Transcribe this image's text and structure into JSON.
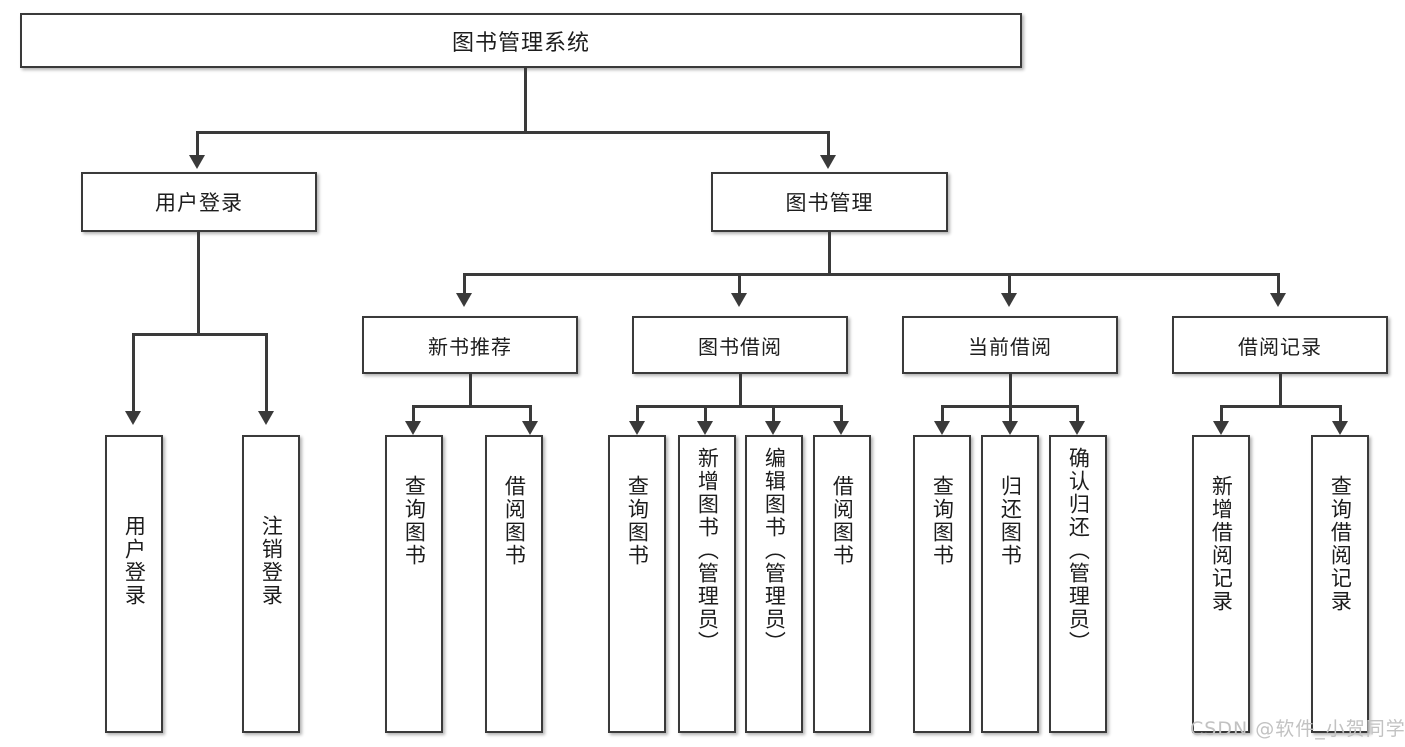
{
  "diagram": {
    "type": "tree-hierarchy-flowchart",
    "title": "图书管理系统",
    "root": {
      "id": "root",
      "label": "图书管理系统"
    },
    "level1": [
      {
        "id": "user-login",
        "label": "用户登录"
      },
      {
        "id": "book-management",
        "label": "图书管理"
      }
    ],
    "level2": [
      {
        "id": "new-book-recommend",
        "label": "新书推荐"
      },
      {
        "id": "book-borrow",
        "label": "图书借阅"
      },
      {
        "id": "current-borrow",
        "label": "当前借阅"
      },
      {
        "id": "borrow-record",
        "label": "借阅记录"
      }
    ],
    "leaves": {
      "user_login": [
        {
          "id": "leaf-user-login",
          "label": "用户登录"
        },
        {
          "id": "leaf-logout-login",
          "label": "注销登录"
        }
      ],
      "new_book_recommend": [
        {
          "id": "leaf-query-book-1",
          "label": "查询图书"
        },
        {
          "id": "leaf-borrow-book-1",
          "label": "借阅图书"
        }
      ],
      "book_borrow": [
        {
          "id": "leaf-query-book-2",
          "label": "查询图书"
        },
        {
          "id": "leaf-add-book",
          "label": "新增图书（管理员）"
        },
        {
          "id": "leaf-edit-book",
          "label": "编辑图书（管理员）"
        },
        {
          "id": "leaf-borrow-book-2",
          "label": "借阅图书"
        }
      ],
      "current_borrow": [
        {
          "id": "leaf-query-book-3",
          "label": "查询图书"
        },
        {
          "id": "leaf-return-book",
          "label": "归还图书"
        },
        {
          "id": "leaf-confirm-return",
          "label": "确认归还（管理员）"
        }
      ],
      "borrow_record": [
        {
          "id": "leaf-add-record",
          "label": "新增借阅记录"
        },
        {
          "id": "leaf-query-record",
          "label": "查询借阅记录"
        }
      ]
    }
  },
  "watermark": {
    "text": "CSDN @软件_小贺同学"
  },
  "colors": {
    "box_border": "#3a3a3a",
    "box_fill": "#ffffff",
    "connector": "#3a3a3a",
    "text": "#1d1d1d",
    "watermark": "#c2c2c2",
    "background": "#ffffff"
  }
}
